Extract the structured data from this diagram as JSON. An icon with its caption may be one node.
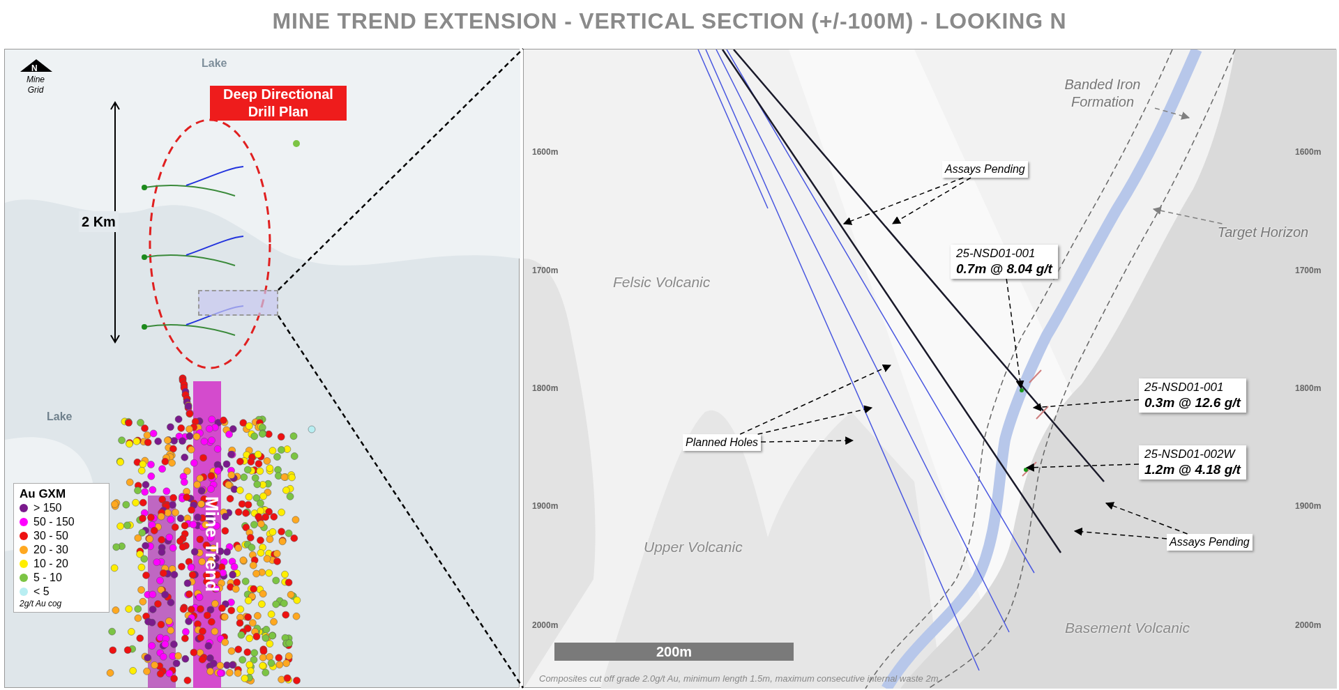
{
  "diagram": {
    "title": "MINE TREND EXTENSION - VERTICAL SECTION (+/-100M) - LOOKING N",
    "nodes": [
      {
        "text": [],
        "shape": "box"
      },
      {
        "text": [],
        "shape": "box"
      },
      {
        "text": [
          "Banded Iron Formation"
        ],
        "in": 1
      },
      {
        "text": [
          "Target Horizon"
        ],
        "in": 1
      },
      {
        "text": [
          "Assays Pending"
        ],
        "in": 1
      },
      {
        "text": [
          "25-NSD01-001",
          "0.7m @ 8.04 g/t"
        ],
        "in": 1
      },
      {
        "text": [
          "25-NSD01-001",
          "0.3m @ 12.6 g/t"
        ],
        "in": 1
      },
      {
        "text": [
          "25-NSD01-002W",
          "1.2m @ 4.18 g/t"
        ],
        "in": 1
      },
      {
        "text": [
          "Planned Holes"
        ],
        "in": 1
      },
      {
        "text": [
          "Assays Pending"
        ],
        "in": 1
      }
    ],
    "edges": [
      {
        "from": 0,
        "to": 1,
        "arrow": "none",
        "style": "dashed"
      },
      {
        "from": 0,
        "to": 1,
        "arrow": "none",
        "style": "dashed"
      },
      {
        "from": 2,
        "to": null,
        "arrow": "to",
        "style": "dashed",
        "color": "#808080"
      },
      {
        "from": 3,
        "to": null,
        "arrow": "to",
        "style": "dashed",
        "color": "#808080"
      },
      {
        "from": 4,
        "to": null,
        "arrow": "to",
        "style": "dashed"
      },
      {
        "from": 4,
        "to": null,
        "arrow": "to",
        "style": "dashed"
      },
      {
        "from": 5,
        "to": null,
        "arrow": "to",
        "style": "dashed"
      },
      {
        "from": 6,
        "to": null,
        "arrow": "to",
        "style": "dashed"
      },
      {
        "from": 7,
        "to": null,
        "arrow": "to",
        "style": "dashed"
      },
      {
        "from": 8,
        "to": null,
        "arrow": "to",
        "style": "dashed"
      },
      {
        "from": 8,
        "to": null,
        "arrow": "to",
        "style": "dashed"
      },
      {
        "from": 8,
        "to": null,
        "arrow": "to",
        "style": "dashed"
      },
      {
        "from": 9,
        "to": null,
        "arrow": "to",
        "style": "dashed"
      },
      {
        "from": 9,
        "to": null,
        "arrow": "to",
        "style": "dashed"
      }
    ],
    "labels": [
      "Lake",
      "N",
      "Mine Grid",
      "Deep Directional Drill Plan",
      "2 Km",
      "Lake",
      "Mine Trend",
      "Au GXM",
      "2g/t Au cog",
      "1600m",
      "1600m",
      "1700m",
      "1700m",
      "Felsic Volcanic",
      "1800m",
      "1800m",
      "1900m",
      "1900m",
      "Upper Volcanic",
      "2000m",
      "2000m",
      "Basement Volcanic",
      "200m",
      "Composites cut off grade 2.0g/t Au, minimum length 1.5m, maximum consecutive internal waste 2m"
    ],
    "legend": [
      {
        "text": "> 150",
        "color": "#7a1a8c"
      },
      {
        "text": "50 - 150",
        "color": "#ff00ff"
      },
      {
        "text": "30 - 50",
        "color": "#ee1111"
      },
      {
        "text": "20 - 30",
        "color": "#ffa820"
      },
      {
        "text": "10 - 20",
        "color": "#ffee00"
      },
      {
        "text": "5 - 10",
        "color": "#7cc444"
      },
      {
        "text": "< 5",
        "color": "#b8eef2"
      }
    ]
  }
}
